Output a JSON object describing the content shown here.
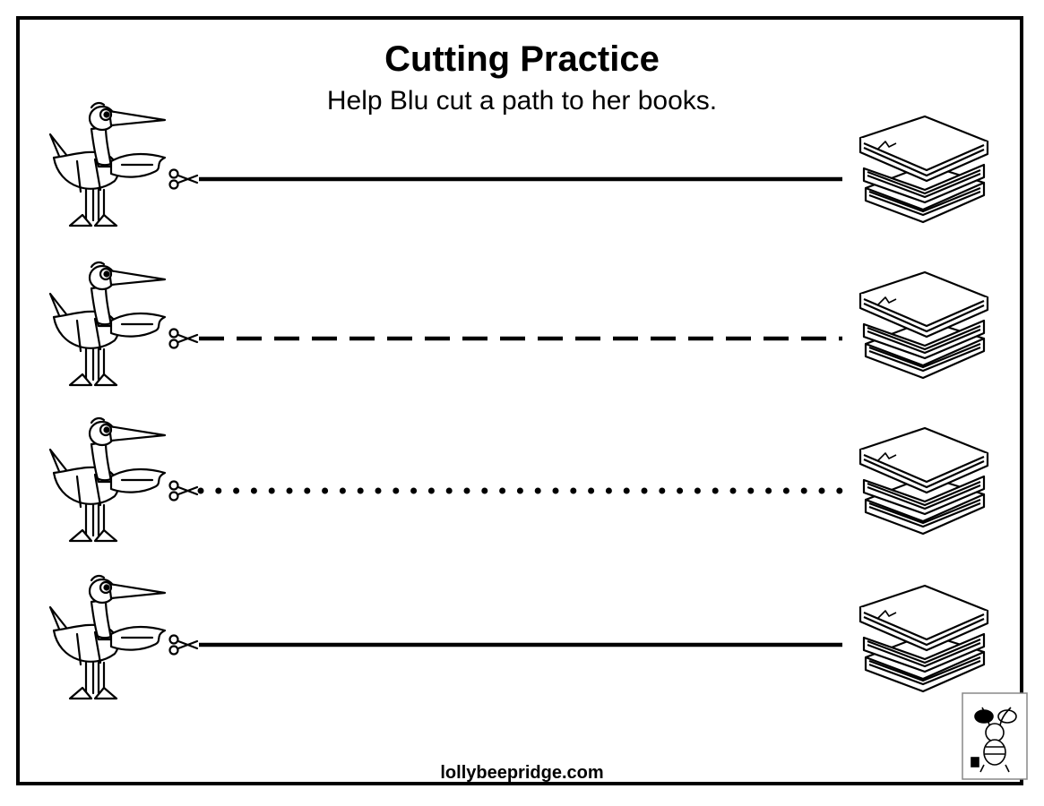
{
  "worksheet": {
    "title": "Cutting Practice",
    "subtitle": "Help Blu cut a path to her books.",
    "footer": "lollybeepridge.com",
    "rows": [
      {
        "line_style": "solid"
      },
      {
        "line_style": "dashed"
      },
      {
        "line_style": "dotted"
      },
      {
        "line_style": "solid"
      }
    ],
    "icons": {
      "character": "bird-icon",
      "tool": "scissors-icon",
      "target": "books-icon",
      "logo": "bee-logo-icon"
    },
    "ink_color": "#000000"
  }
}
